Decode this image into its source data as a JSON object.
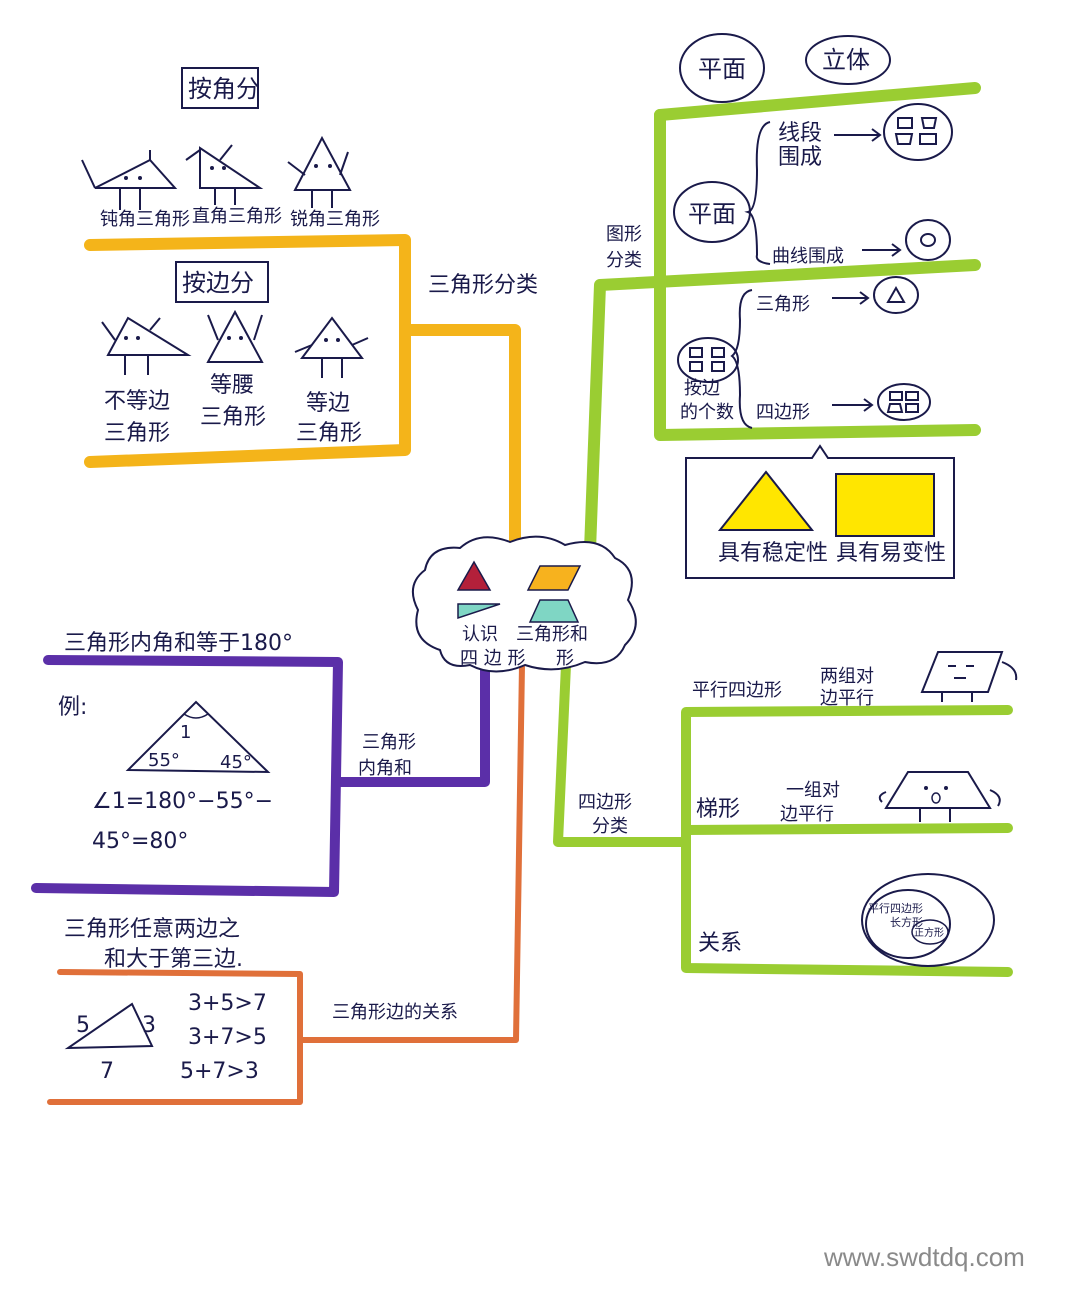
{
  "center": {
    "line1": "认识",
    "line2": "四 边 形",
    "line3": "三角形和",
    "line4": "形"
  },
  "colors": {
    "yellow": "#f4b41a",
    "green": "#9acd32",
    "purple": "#5b2fa8",
    "orange": "#e0703a",
    "ink": "#1a1a4a",
    "fill_yellow": "#ffe600",
    "tri_red": "#b3203a",
    "para_orange": "#f7b21e",
    "teal": "#7fd6c4"
  },
  "triangle_classify": {
    "branch": "三角形分类",
    "by_angle": "按角分",
    "angle_types": [
      "钝角三角形",
      "直角三角形",
      "锐角三角形"
    ],
    "by_side": "按边分",
    "side_types": [
      {
        "l1": "不等边",
        "l2": "三角形"
      },
      {
        "l1": "等腰",
        "l2": "三角形"
      },
      {
        "l1": "等边",
        "l2": "三角形"
      }
    ]
  },
  "shape_classify": {
    "branch_l1": "图形",
    "branch_l2": "分类",
    "top_plane": "平面",
    "top_solid": "立体",
    "plane": "平面",
    "segments_l1": "线段",
    "segments_l2": "围成",
    "curves": "曲线围成",
    "by_sides_l1": "按边",
    "by_sides_l2": "的个数",
    "triangle": "三角形",
    "quad": "四边形",
    "stable": "具有稳定性",
    "unstable": "具有易变性"
  },
  "angle_sum": {
    "title": "三角形内角和等于180°",
    "branch_l1": "三角形",
    "branch_l2": "内角和",
    "example": "例:",
    "angle_a": "55°",
    "angle_b": "45°",
    "angle_top": "1",
    "formula1": "∠1=180°−55°−",
    "formula2": "45°=80°"
  },
  "side_relation": {
    "branch": "三角形边的关系",
    "title1": "三角形任意两边之",
    "title2": "和大于第三边.",
    "side_a": "5",
    "side_b": "3",
    "side_c": "7",
    "ineq": [
      "3+5>7",
      "3+7>5",
      "5+7>3"
    ]
  },
  "quad_classify": {
    "branch_l1": "四边形",
    "branch_l2": "分类",
    "parallelogram": "平行四边形",
    "para_desc_l1": "两组对",
    "para_desc_l2": "边平行",
    "trapezoid": "梯形",
    "trap_desc_l1": "一组对",
    "trap_desc_l2": "边平行",
    "relation": "关系",
    "venn_outer": "平行四边形",
    "venn_mid": "长方形",
    "venn_inner": "正方形"
  },
  "watermark": "www.swdtdq.com"
}
